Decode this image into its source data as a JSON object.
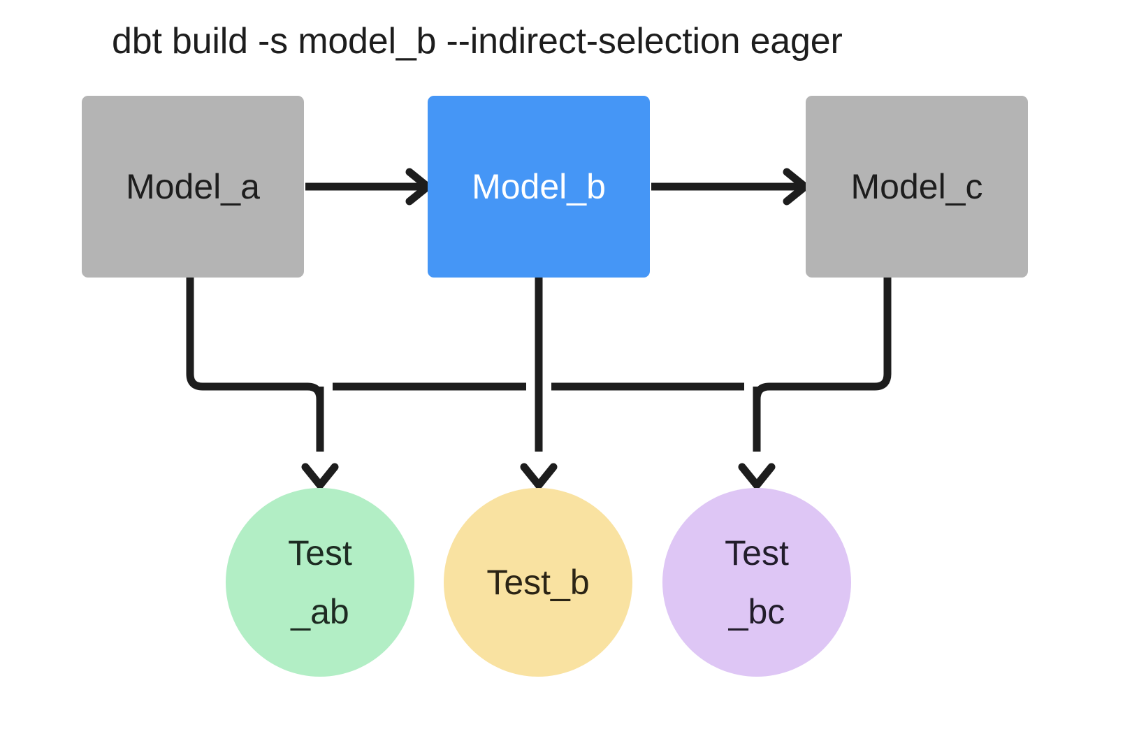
{
  "diagram": {
    "title": "dbt build -s model_b --indirect-selection eager",
    "background": "#ffffff",
    "edge_color": "#1d1d1d",
    "models": [
      {
        "id": "model_a",
        "label": "Model_a",
        "fill": "#b4b4b4",
        "text_color": "#1d1d1d",
        "selected": false
      },
      {
        "id": "model_b",
        "label": "Model_b",
        "fill": "#4596f6",
        "text_color": "#ffffff",
        "selected": true
      },
      {
        "id": "model_c",
        "label": "Model_c",
        "fill": "#b4b4b4",
        "text_color": "#1d1d1d",
        "selected": false
      }
    ],
    "tests": [
      {
        "id": "test_ab",
        "line1": "Test",
        "line2": "_ab",
        "fill": "#b2eec5",
        "text_color": "#1d2b22"
      },
      {
        "id": "test_b",
        "line1": "Test_b",
        "line2": "",
        "fill": "#f9e2a1",
        "text_color": "#2b2415"
      },
      {
        "id": "test_bc",
        "line1": "Test",
        "line2": "_bc",
        "fill": "#dec6f5",
        "text_color": "#221d2b"
      }
    ],
    "edges": [
      {
        "from": "model_a",
        "to": "model_b",
        "kind": "model-to-model"
      },
      {
        "from": "model_b",
        "to": "model_c",
        "kind": "model-to-model"
      },
      {
        "from": "model_a",
        "to": "test_ab",
        "kind": "model-to-test"
      },
      {
        "from": "model_b",
        "to": "test_ab",
        "kind": "model-to-test"
      },
      {
        "from": "model_b",
        "to": "test_b",
        "kind": "model-to-test"
      },
      {
        "from": "model_b",
        "to": "test_bc",
        "kind": "model-to-test"
      },
      {
        "from": "model_c",
        "to": "test_bc",
        "kind": "model-to-test"
      }
    ]
  }
}
